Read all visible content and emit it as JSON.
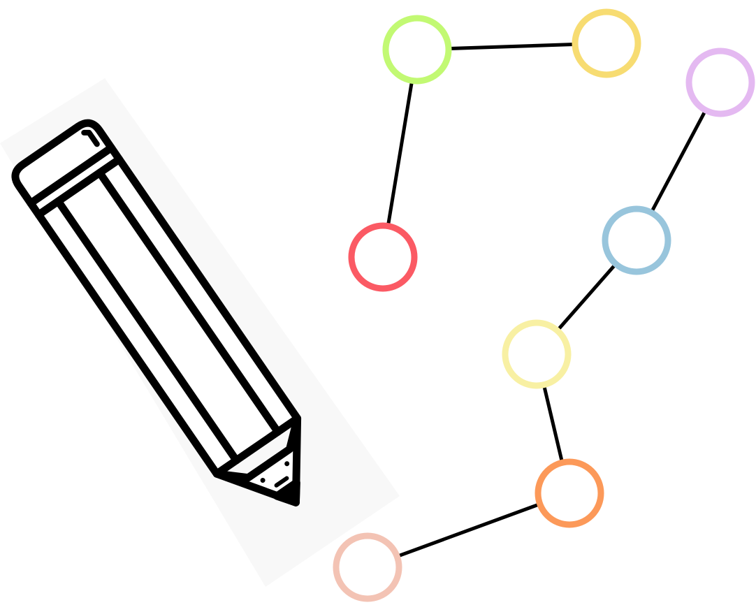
{
  "illustration": {
    "icon": "pencil-icon",
    "pencil_stroke_color": "#000000",
    "pencil_fill_color": "#ffffff",
    "pencil_shadow_color": "#f8f8f8"
  },
  "diagram": {
    "edge_color": "#000000",
    "nodes": [
      {
        "id": "green",
        "color": "#c2f973"
      },
      {
        "id": "gold",
        "color": "#f7dc72"
      },
      {
        "id": "red",
        "color": "#fb5a64"
      },
      {
        "id": "lavender",
        "color": "#e4b9f1"
      },
      {
        "id": "blue",
        "color": "#98c5dc"
      },
      {
        "id": "yellow",
        "color": "#f8f0a3"
      },
      {
        "id": "orange",
        "color": "#fc9959"
      },
      {
        "id": "peach",
        "color": "#f3c3b4"
      }
    ],
    "edges": [
      [
        "green",
        "gold"
      ],
      [
        "green",
        "red"
      ],
      [
        "lavender",
        "blue"
      ],
      [
        "blue",
        "yellow"
      ],
      [
        "yellow",
        "orange"
      ],
      [
        "orange",
        "peach"
      ]
    ]
  }
}
